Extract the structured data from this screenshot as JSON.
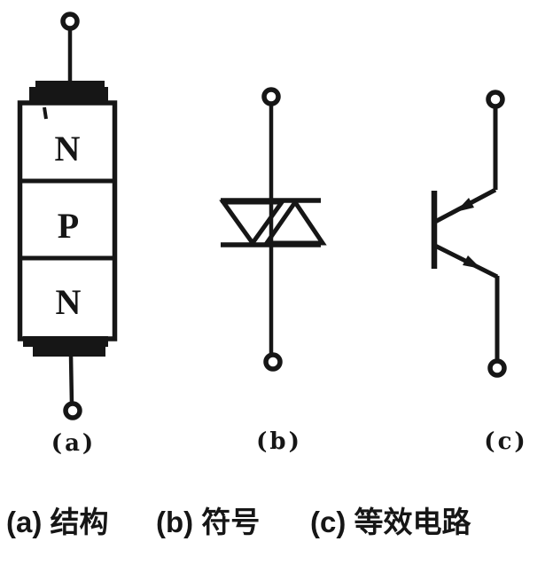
{
  "figure": {
    "colors": {
      "ink": "#161616",
      "background": "#ffffff"
    },
    "panel_a": {
      "label": "(a)",
      "layers": [
        "N",
        "P",
        "N"
      ]
    },
    "panel_b": {
      "label": "(b)"
    },
    "panel_c": {
      "label": "(c)"
    },
    "caption": {
      "a": "(a) 结构",
      "b": "(b) 符号",
      "c": "(c) 等效电路"
    }
  }
}
